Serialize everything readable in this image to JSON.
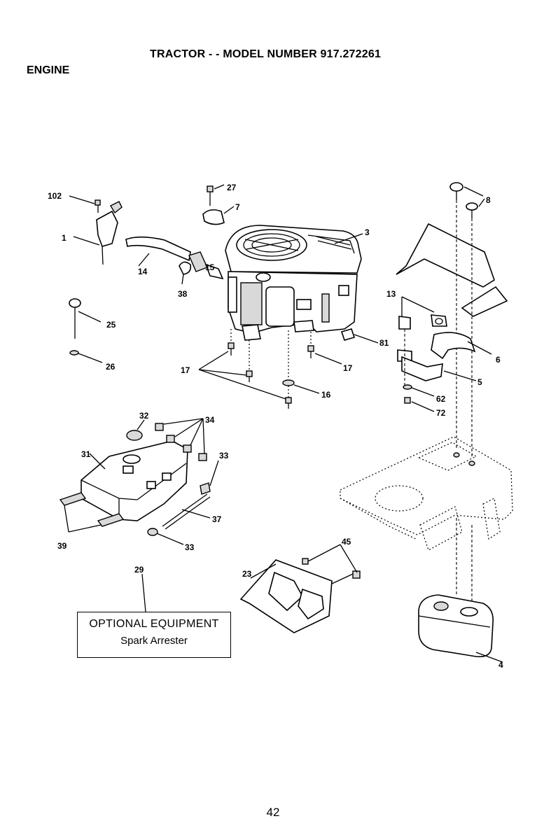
{
  "header": {
    "title": "TRACTOR - - MODEL NUMBER 917.272261",
    "section": "ENGINE"
  },
  "callouts": [
    "102",
    "1",
    "14",
    "27",
    "7",
    "3",
    "38",
    "15",
    "8",
    "13",
    "25",
    "26",
    "17",
    "17",
    "16",
    "81",
    "6",
    "5",
    "62",
    "72",
    "32",
    "34",
    "31",
    "33",
    "37",
    "33",
    "39",
    "29",
    "23",
    "45",
    "4"
  ],
  "optional_equipment": {
    "title": "OPTIONAL EQUIPMENT",
    "subtitle": "Spark Arrester"
  },
  "page_number": "42"
}
